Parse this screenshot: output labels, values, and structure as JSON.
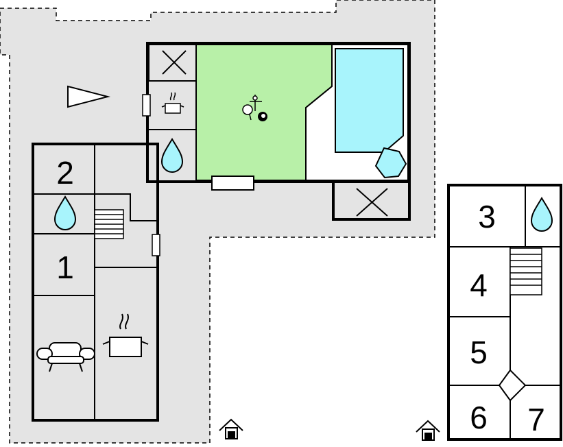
{
  "rooms": {
    "r1": "1",
    "r2": "2",
    "r3": "3",
    "r4": "4",
    "r5": "5",
    "r6": "6",
    "r7": "7"
  },
  "colors": {
    "terrace": "#e4e4e4",
    "garden": "#b8f0a8",
    "pool": "#a8f4fc",
    "water_drop": "#a8f4fc",
    "wall": "#000000"
  },
  "icons": [
    "arrow-icon",
    "cooking-pot-icon",
    "water-drop-icon",
    "table-tennis-icon",
    "billiard-ball-icon",
    "sofa-icon",
    "stairs-icon",
    "house-entrance-icon",
    "parasol-icon",
    "bed-cross-icon"
  ]
}
